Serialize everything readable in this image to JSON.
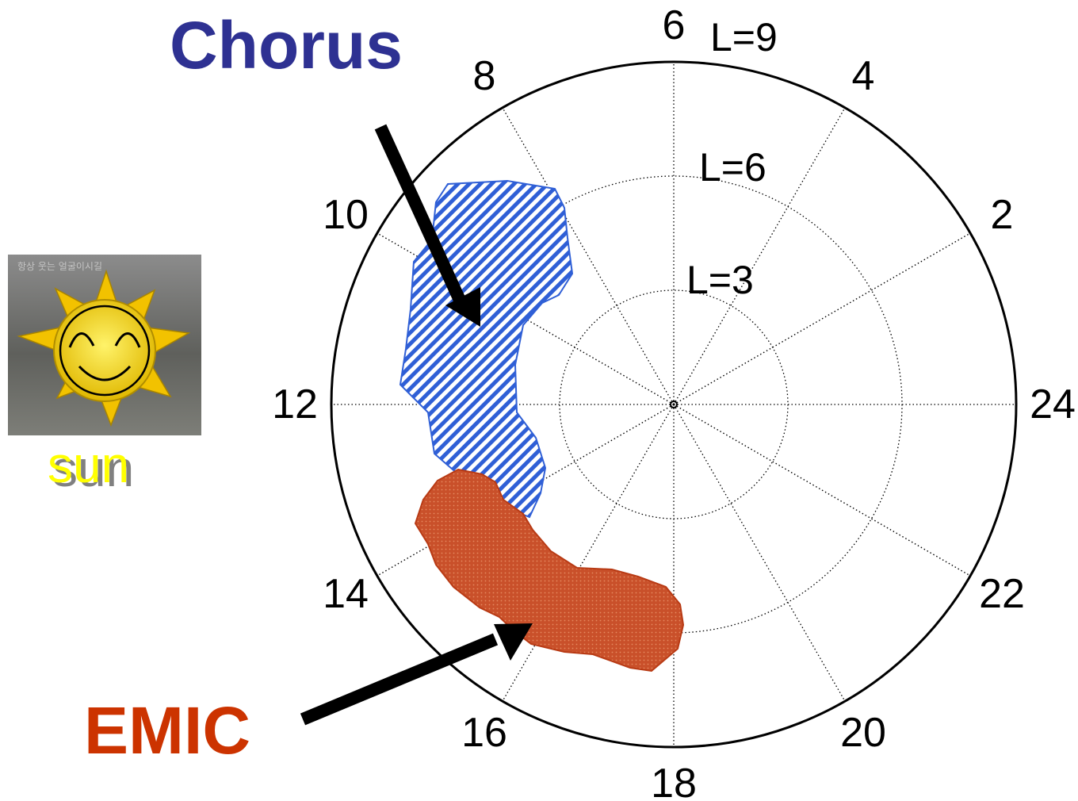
{
  "labels": {
    "chorus": "Chorus",
    "emic": "EMIC",
    "sun": "sun",
    "sun_caption": "항상 웃는 얼굴이시길"
  },
  "colors": {
    "chorus": "#2e3192",
    "chorus_fill": "#2f5fd6",
    "emic": "#cc3300",
    "emic_fill": "#c9502a",
    "sun_text_front": "#ffff00",
    "sun_text_back": "#808080"
  },
  "polar_plot": {
    "l_shells": [
      {
        "value": 3,
        "label": "L=3"
      },
      {
        "value": 6,
        "label": "L=6"
      },
      {
        "value": 9,
        "label": "L=9"
      }
    ],
    "mlt_labels": [
      "6",
      "4",
      "2",
      "24",
      "22",
      "20",
      "18",
      "16",
      "14",
      "12",
      "10",
      "8"
    ],
    "spokes": 12
  }
}
